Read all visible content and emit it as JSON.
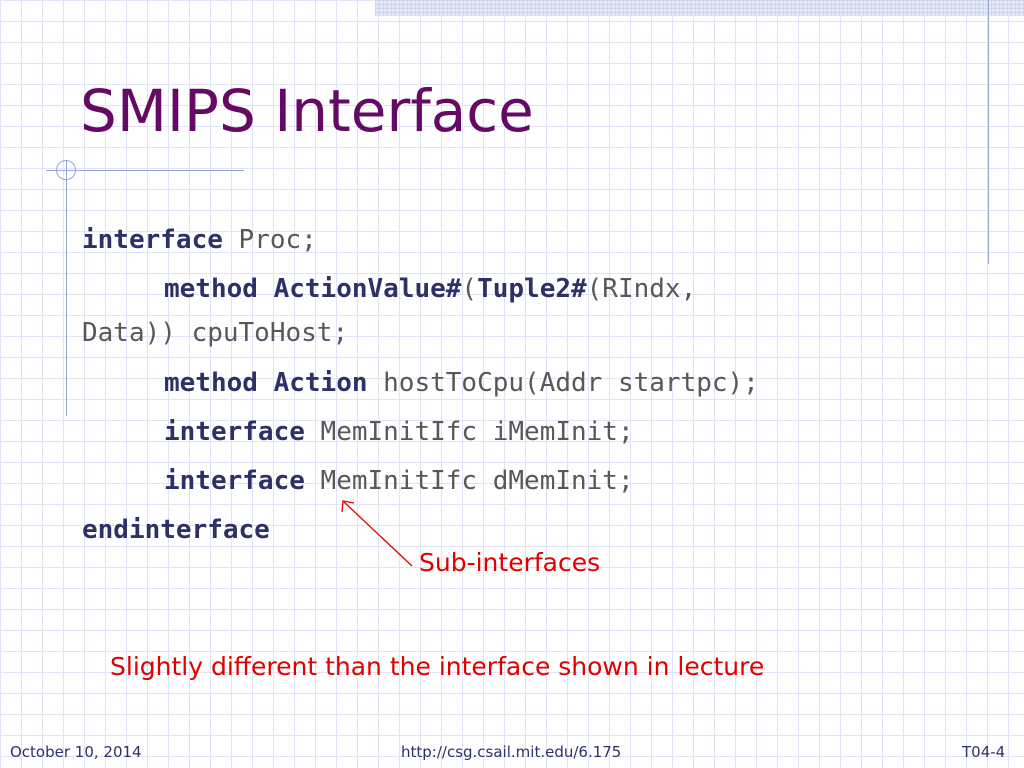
{
  "slide": {
    "title": "SMIPS Interface"
  },
  "code": {
    "line1": {
      "kw": "interface",
      "rest": " Proc;"
    },
    "line2": {
      "kw1": "method",
      "kw2": "ActionValue#",
      "paren_open": "(",
      "kw3": "Tuple2#",
      "rest_a": "(RIndx,",
      "rest_b": "Data)) cpuToHost;"
    },
    "line3": {
      "kw1": "method",
      "kw2": "Action",
      "rest": " hostToCpu(Addr startpc);"
    },
    "line4": {
      "kw": "interface",
      "rest": " MemInitIfc iMemInit;"
    },
    "line5": {
      "kw": "interface",
      "rest": " MemInitIfc dMemInit;"
    },
    "line6": {
      "kw": "endinterface"
    }
  },
  "annotations": {
    "callout": "Sub-interfaces",
    "note": "Slightly different than the interface shown in lecture"
  },
  "footer": {
    "date": "October 10, 2014",
    "url": "http://csg.csail.mit.edu/6.175",
    "slide_number": "T04-4"
  },
  "colors": {
    "title": "#640a64",
    "keyword": "#2e3068",
    "code_text": "#585858",
    "annotation": "#e00000",
    "grid": "#dfe3f3",
    "decoration": "#9aa6d8"
  }
}
